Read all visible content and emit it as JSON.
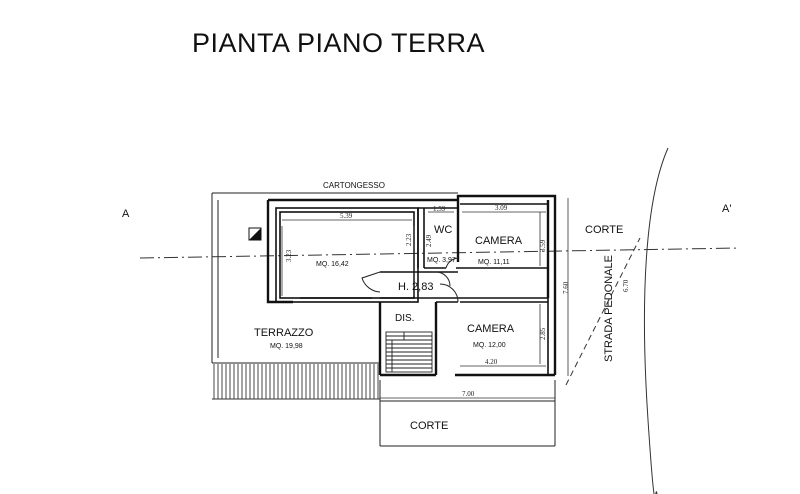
{
  "title": "PIANTA PIANO TERRA",
  "section_marks": {
    "left": "A",
    "right": "A'"
  },
  "labels": {
    "cartongesso": "CARTONGESSO",
    "wc": "WC",
    "camera_1": "CAMERA",
    "camera_1_area": "MQ. 11,11",
    "camera_2": "CAMERA",
    "camera_2_area": "MQ. 12,00",
    "living_area": "MQ. 16,42",
    "wc_area": "MQ. 3,97",
    "height": "H. 2,83",
    "dis": "DIS.",
    "terrazzo": "TERRAZZO",
    "terrazzo_area": "MQ. 19,98",
    "corte_right": "CORTE",
    "corte_bottom": "CORTE",
    "strada": "STRADA PEDONALE"
  },
  "dimensions": {
    "living_width": "5.39",
    "living_height": "3.23",
    "living_inner_height": "2.23",
    "wc_width": "1.59",
    "wc_height": "2.49",
    "camera_1_width": "3.09",
    "camera_1_height": "3.59",
    "camera_2_width": "4.20",
    "camera_2_height": "2.85",
    "total_width": "7.00",
    "total_height": "7.60",
    "strada_width": "6.70"
  }
}
